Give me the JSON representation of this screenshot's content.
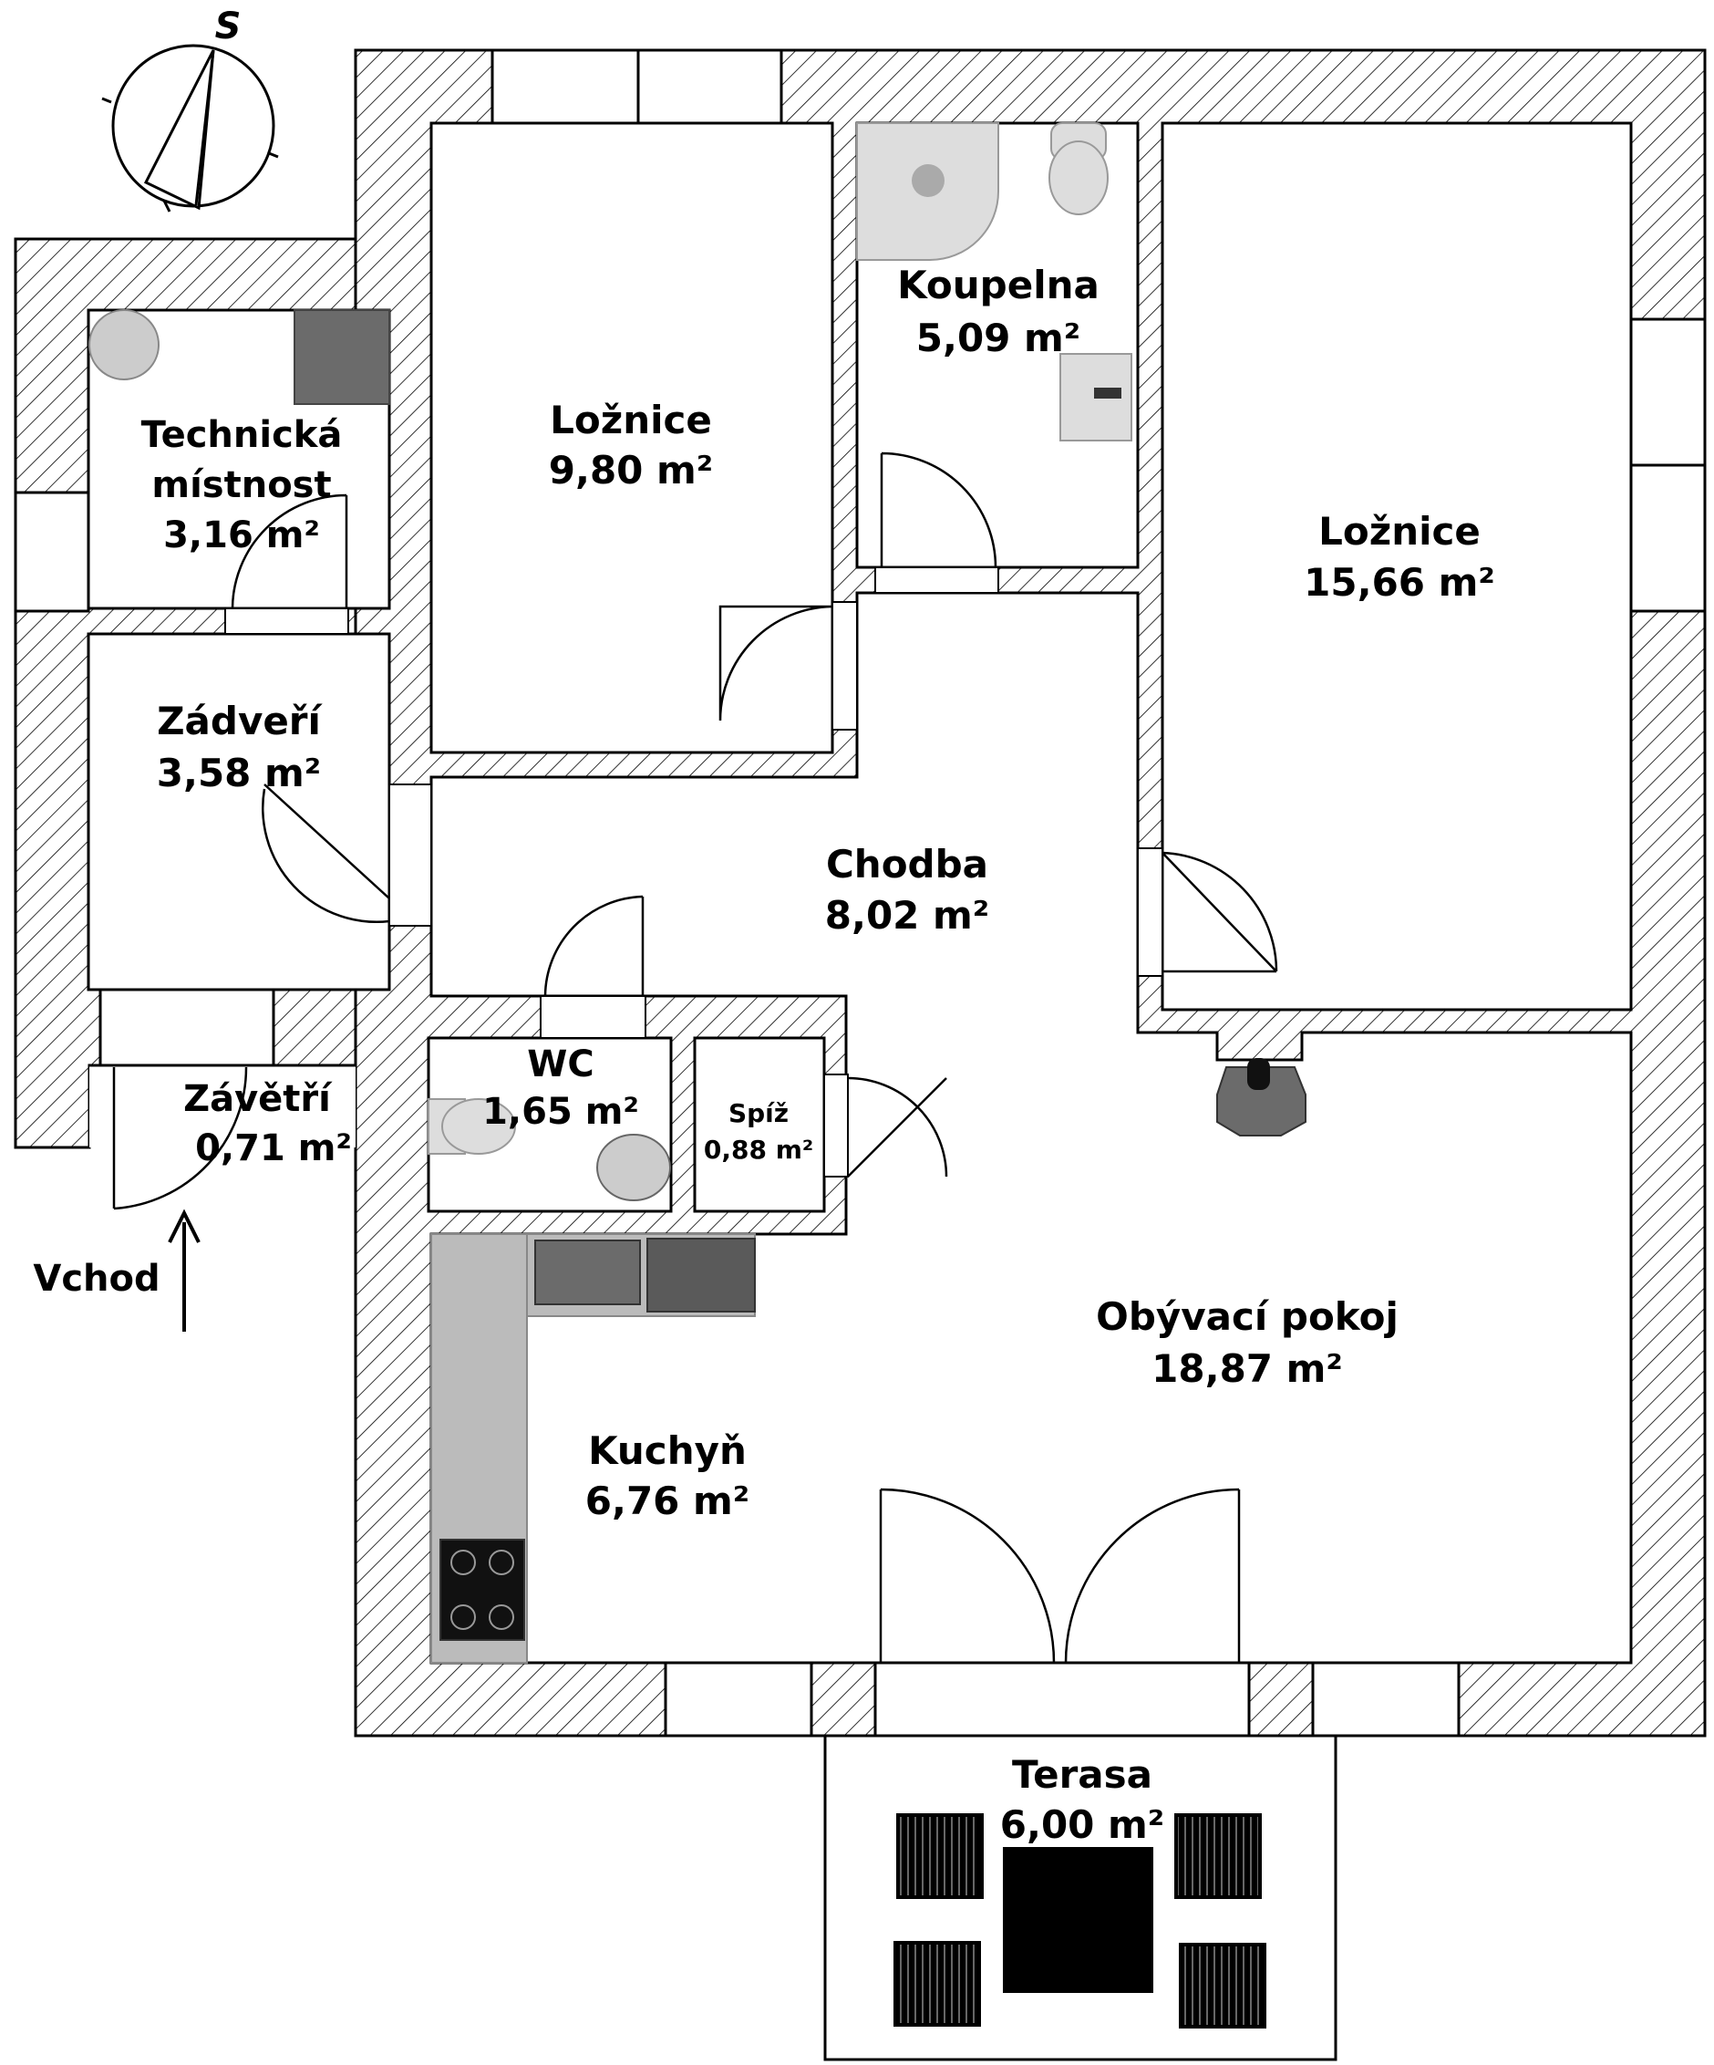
{
  "compass": {
    "label": "S"
  },
  "entrance": {
    "label": "Vchod"
  },
  "rooms": {
    "technicka": {
      "line1": "Technická",
      "line2": "místnost",
      "area": "3,16 m²"
    },
    "loznice1": {
      "name": "Ložnice",
      "area": "9,80 m²"
    },
    "koupelna": {
      "name": "Koupelna",
      "area": "5,09 m²"
    },
    "loznice2": {
      "name": "Ložnice",
      "area": "15,66 m²"
    },
    "zadveri": {
      "name": "Zádveří",
      "area": "3,58 m²"
    },
    "chodba": {
      "name": "Chodba",
      "area": "8,02 m²"
    },
    "wc": {
      "name": "WC",
      "area": "1,65 m²"
    },
    "spiz": {
      "name": "Spíž",
      "area": "0,88 m²"
    },
    "zavetri": {
      "name": "Závětří",
      "area": "0,71 m²"
    },
    "obyvaci": {
      "name": "Obývací pokoj",
      "area": "18,87 m²"
    },
    "kuchyn": {
      "name": "Kuchyň",
      "area": "6,76 m²"
    },
    "terasa": {
      "name": "Terasa",
      "area": "6,00 m²"
    }
  },
  "colors": {
    "wall": "#000000",
    "hatch": "#000000",
    "background": "#ffffff",
    "appliance": "#6b6b6b"
  }
}
